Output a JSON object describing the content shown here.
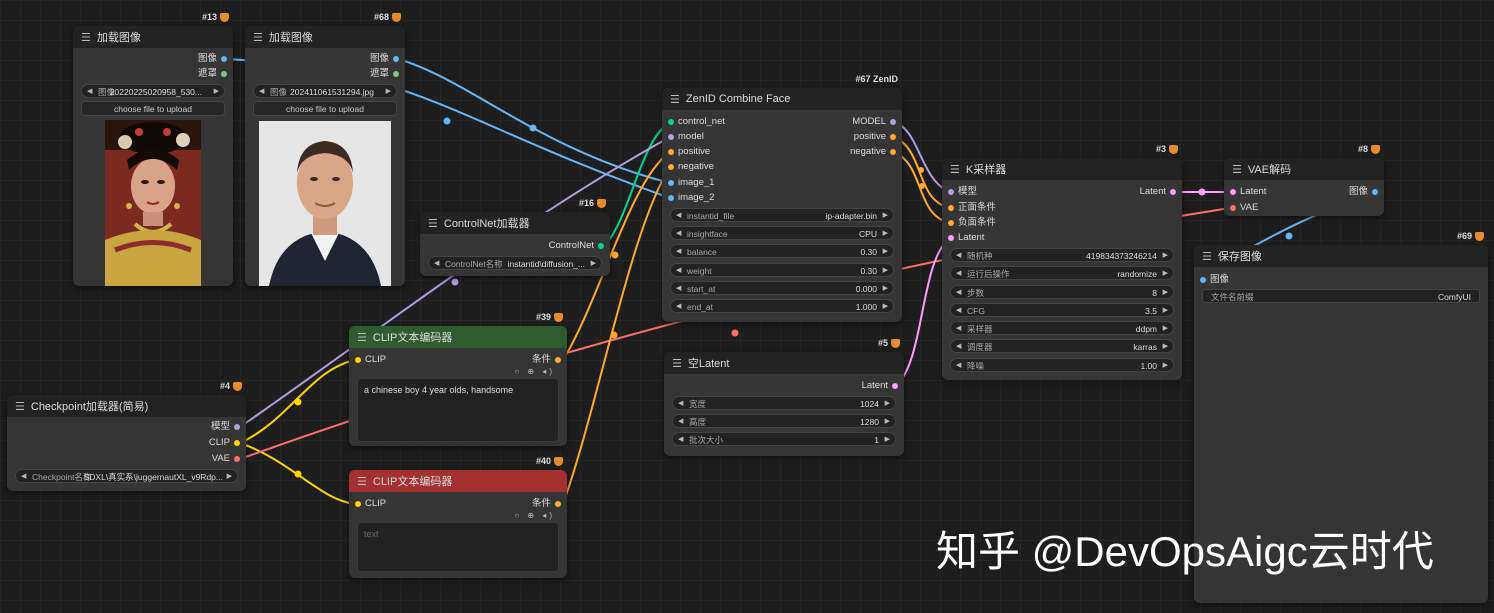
{
  "colors": {
    "image": "#64b5f6",
    "mask": "#81c784",
    "model": "#b39ddb",
    "clip": "#ffd500",
    "vae": "#ff6e6e",
    "conditioning": "#ffa931",
    "latent": "#ff9cf9",
    "controlnet": "#00d68f"
  },
  "nodes": {
    "load_image_13": {
      "id": "#13",
      "title": "加载图像",
      "out_image": "图像",
      "out_mask": "遮罩",
      "widget_name": "图像",
      "widget_value": "20220225020958_530...",
      "upload": "choose file to upload"
    },
    "load_image_68": {
      "id": "#68",
      "title": "加载图像",
      "out_image": "图像",
      "out_mask": "遮罩",
      "widget_name": "图像",
      "widget_value": "20241106153129​4.jpg",
      "upload": "choose file to upload"
    },
    "zenid": {
      "id": "#67 ZenID",
      "title": "ZenID Combine Face",
      "inputs": [
        "control_net",
        "model",
        "positive",
        "negative",
        "image_1",
        "image_2"
      ],
      "outputs": [
        "MODEL",
        "positive",
        "negative"
      ],
      "widgets": [
        {
          "name": "instantid_file",
          "value": "ip-adapter.bin"
        },
        {
          "name": "insightface",
          "value": "CPU"
        },
        {
          "name": "balance",
          "value": "0.30"
        },
        {
          "name": "weight",
          "value": "0.30"
        },
        {
          "name": "start_at",
          "value": "0.000"
        },
        {
          "name": "end_at",
          "value": "1.000"
        }
      ]
    },
    "controlnet": {
      "id": "#16",
      "title": "ControlNet加载器",
      "output": "ControlNet",
      "widget_name": "ControlNet名称",
      "widget_value": "instantid\\diffusion_..."
    },
    "clip_pos": {
      "id": "#39",
      "title": "CLIP文本编码器",
      "input": "CLIP",
      "output": "条件",
      "text": "a chinese boy 4 year olds, handsome"
    },
    "clip_neg": {
      "id": "#40",
      "title": "CLIP文本编码器",
      "input": "CLIP",
      "output": "条件",
      "placeholder": "text"
    },
    "checkpoint": {
      "id": "#4",
      "title": "Checkpoint加载器(简易)",
      "outputs": [
        "模型",
        "CLIP",
        "VAE"
      ],
      "widget_name": "Checkpoint名称",
      "widget_value": "SDXL\\真实系\\juggernautXL_v9Rdp..."
    },
    "empty_latent": {
      "id": "#5",
      "title": "空Latent",
      "output": "Latent",
      "widgets": [
        {
          "name": "宽度",
          "value": "1024"
        },
        {
          "name": "高度",
          "value": "1280"
        },
        {
          "name": "批次大小",
          "value": "1"
        }
      ]
    },
    "ksampler": {
      "id": "#3",
      "title": "K采样器",
      "inputs": [
        "模型",
        "正面条件",
        "负面条件",
        "Latent"
      ],
      "output": "Latent",
      "widgets": [
        {
          "name": "随机种",
          "value": "419834373246214"
        },
        {
          "name": "运行后操作",
          "value": "randomize"
        },
        {
          "name": "步数",
          "value": "8"
        },
        {
          "name": "CFG",
          "value": "3.5"
        },
        {
          "name": "采样器",
          "value": "ddpm"
        },
        {
          "name": "调度器",
          "value": "karras"
        },
        {
          "name": "降噪",
          "value": "1.00"
        }
      ]
    },
    "vae_decode": {
      "id": "#8",
      "title": "VAE解码",
      "inputs": [
        "Latent",
        "VAE"
      ],
      "output": "图像"
    },
    "save_image": {
      "id": "#69",
      "title": "保存图像",
      "input": "图像",
      "widget_name": "文件名前缀",
      "widget_value": "ComfyUI"
    }
  },
  "watermark": "知乎 @DevOpsAigc云时代"
}
